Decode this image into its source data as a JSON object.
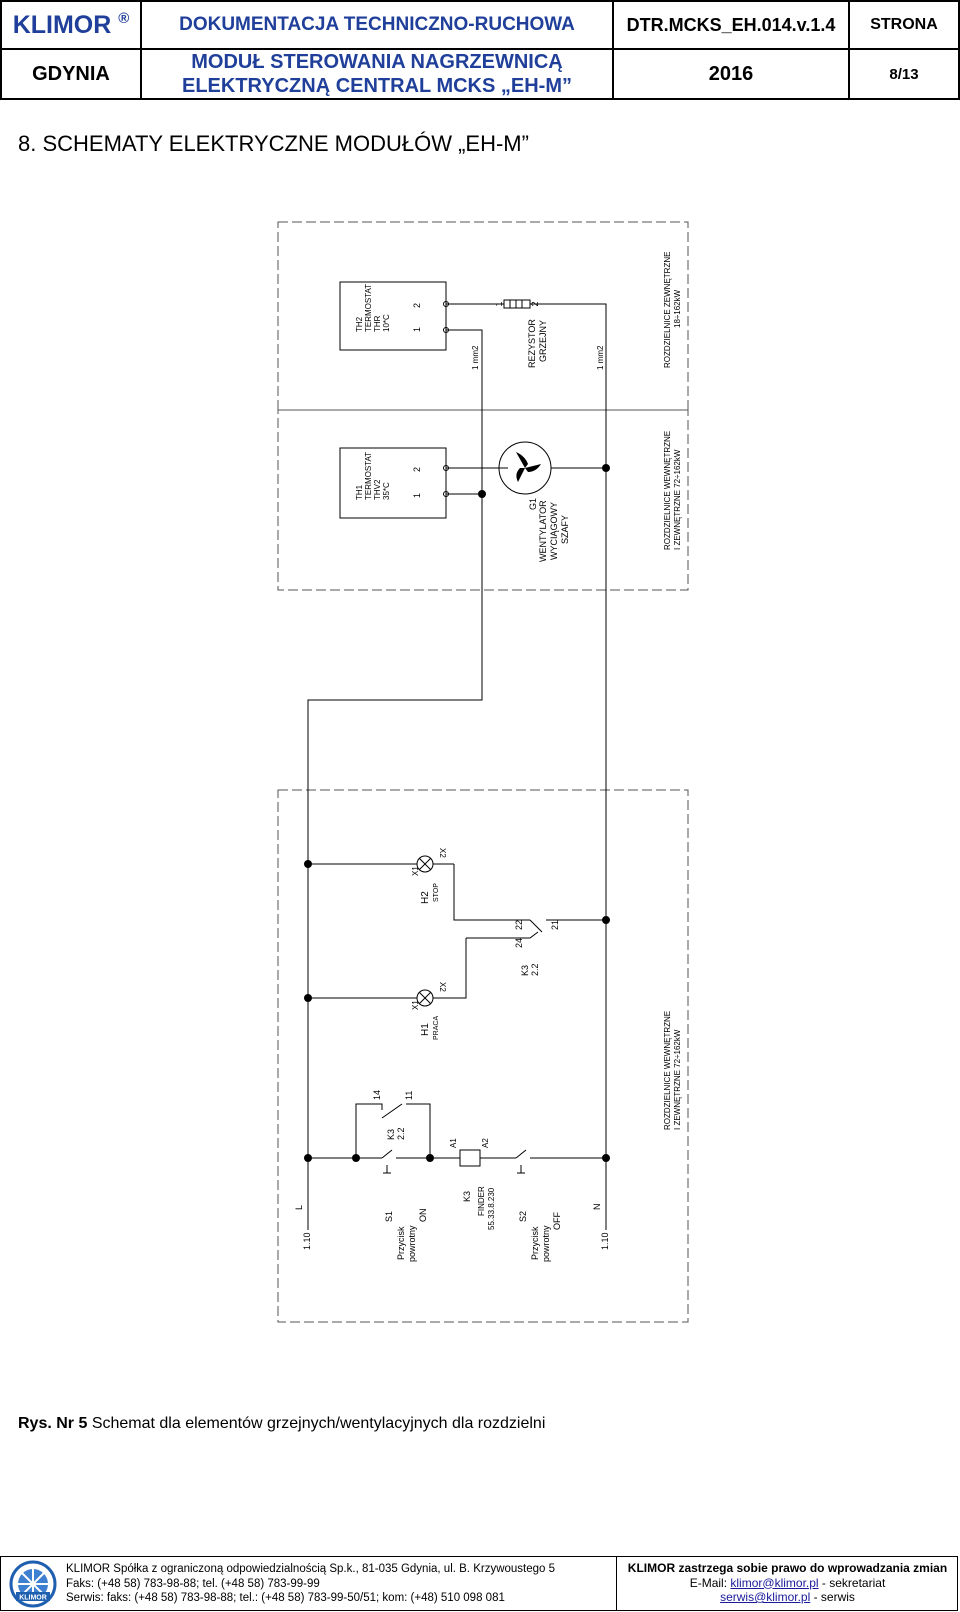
{
  "header": {
    "brand": "KLIMOR",
    "brand_mark": "®",
    "city": "GDYNIA",
    "doc_type": "DOKUMENTACJA TECHNICZNO-RUCHOWA",
    "module_line1": "MODUŁ STEROWANIA NAGRZEWNICĄ",
    "module_line2": "ELEKTRYCZNĄ CENTRAL MCKS „EH-M”",
    "doc_code": "DTR.MCKS_EH.014.v.1.4",
    "year": "2016",
    "page_label": "STRONA",
    "page_number": "8/13"
  },
  "section_title": "8.   SCHEMATY ELEKTRYCZNE MODUŁÓW „EH-M”",
  "schematic": {
    "th2": {
      "name": "TH2",
      "line1": "TERMOSTAT",
      "line2": "THR",
      "line3": "10*C",
      "pin1": "1",
      "pin2": "2"
    },
    "th1": {
      "name": "TH1",
      "line1": "TERMOSTAT",
      "line2": "THV2",
      "line3": "35*C",
      "pin1": "1",
      "pin2": "2"
    },
    "resistor": {
      "line1": "REZYSTOR",
      "line2": "GRZEJNY",
      "pin1": "1",
      "pin2": "2"
    },
    "wire_a": "1 mm2",
    "wire_b": "1 mm2",
    "fan": {
      "name": "G1",
      "line1": "WENTYLATOR",
      "line2": "WYCIĄGOWY",
      "line3": "SZAFY"
    },
    "ext_box": {
      "line1": "ROZDZIELNICE ZEWNĘTRZNE",
      "line2": "18÷162kW"
    },
    "int_box": {
      "line1": "ROZDZIELNICE WEWNĘTRZNE",
      "line2": "I ZEWNĘTRZNE 72÷162kW"
    },
    "int_box2": {
      "line1": "ROZDZIELNICE WEWNĘTRZNE",
      "line2": "I ZEWNĘTRZNE 72÷162kW"
    },
    "h2": {
      "name": "H2",
      "sub": "STOP",
      "x1": "X1",
      "x2": "X2"
    },
    "h1": {
      "name": "H1",
      "sub": "PRACA",
      "x1": "X1",
      "x2": "X2"
    },
    "k3_contact_top": {
      "name": "K3",
      "sub": "2.2",
      "p1": "22",
      "p2": "24",
      "p3": "21"
    },
    "k3_contact_bottom": {
      "name": "K3",
      "sub": "2.2",
      "p1": "14",
      "p2": "11"
    },
    "s1": {
      "name": "S1",
      "line1": "Przycisk",
      "line2": "powrotny",
      "line3": "ON"
    },
    "s2": {
      "name": "S2",
      "line1": "Przycisk",
      "line2": "powrotny",
      "line3": "OFF"
    },
    "k3_coil": {
      "name": "K3",
      "line1": "FINDER",
      "line2": "55.33.8.230",
      "a1": "A1",
      "a2": "A2"
    },
    "l_terminal": {
      "name": "L",
      "ref": "1.10"
    },
    "n_terminal": {
      "name": "N",
      "ref": "1.10"
    }
  },
  "caption": {
    "bold": "Rys. Nr 5",
    "text": " Schemat dla elementów grzejnych/wentylacyjnych dla rozdzielni"
  },
  "footer": {
    "line1": "KLIMOR Spółka z ograniczoną odpowiedzialnością Sp.k., 81-035 Gdynia, ul. B. Krzywoustego 5",
    "line2": "Faks: (+48 58) 783-98-88; tel. (+48 58) 783-99-99",
    "line3": "Serwis: faks: (+48 58) 783-98-88; tel.: (+48 58) 783-99-50/51; kom: (+48) 510 098 081",
    "notice": "KLIMOR zastrzega sobie prawo do wprowadzania zmian",
    "email_prefix": "E-Mail: ",
    "email1": "klimor@klimor.pl",
    "email1_note": " - sekretariat",
    "email2": "serwis@klimor.pl",
    "email2_note": " - serwis",
    "logo_text": "KLIMOR"
  }
}
